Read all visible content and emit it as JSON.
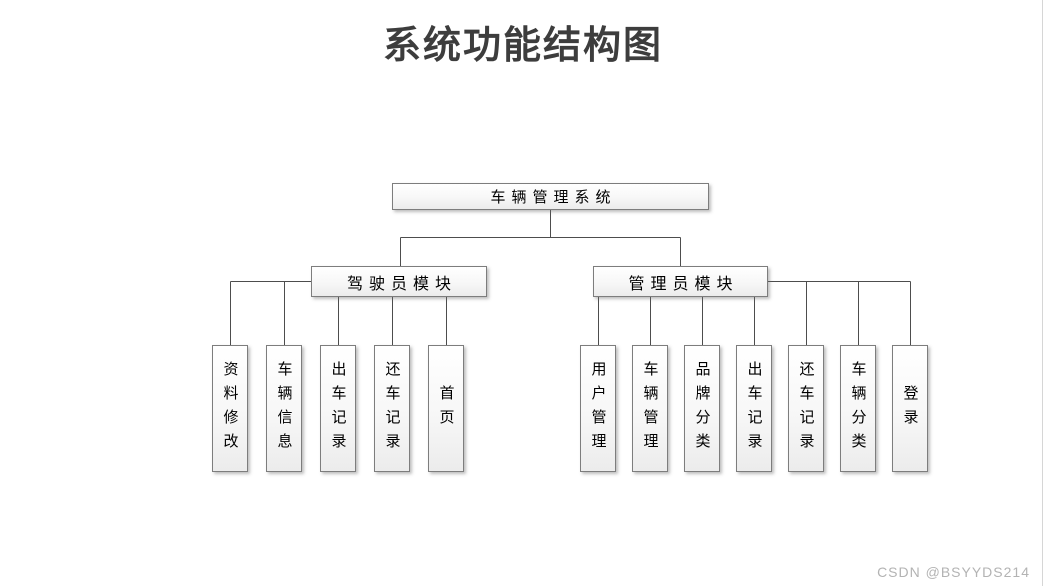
{
  "title": "系统功能结构图",
  "watermark": "CSDN @BSYYDS214",
  "colors": {
    "background": "#ffffff",
    "node_border": "#7d7d7d",
    "node_fill_top": "#ffffff",
    "node_fill_bottom": "#ececec",
    "connector": "#4d4d4d",
    "title_text": "#3d3d3d",
    "node_text": "#000000",
    "watermark_text": "#b3b3b3",
    "right_edge_line": "#d6d6d6"
  },
  "tree": {
    "root": {
      "label": "车辆管理系统"
    },
    "branches": [
      {
        "label": "驾驶员模块",
        "children": [
          "资料修改",
          "车辆信息",
          "出车记录",
          "还车记录",
          "首页"
        ]
      },
      {
        "label": "管理员模块",
        "children": [
          "用户管理",
          "车辆管理",
          "品牌分类",
          "出车记录",
          "还车记录",
          "车辆分类",
          "登录"
        ]
      }
    ]
  }
}
